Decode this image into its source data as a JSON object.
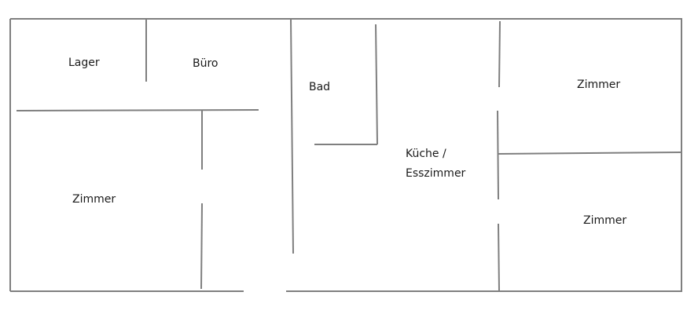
{
  "diagram": {
    "type": "floor-plan",
    "wall_color": "#7f7f7f",
    "rooms": [
      {
        "id": "lager",
        "label": "Lager"
      },
      {
        "id": "buero",
        "label": "Büro"
      },
      {
        "id": "zimmer-left",
        "label": "Zimmer"
      },
      {
        "id": "bad",
        "label": "Bad"
      },
      {
        "id": "kueche",
        "label_line1": "Küche /",
        "label_line2": "Esszimmer"
      },
      {
        "id": "zimmer-top-right",
        "label": "Zimmer"
      },
      {
        "id": "zimmer-bottom-right",
        "label": "Zimmer"
      }
    ]
  }
}
